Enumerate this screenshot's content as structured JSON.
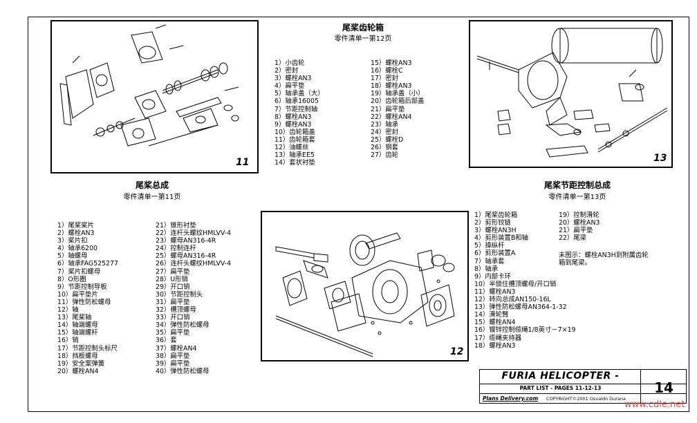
{
  "panel11": {
    "number": "11",
    "title": "尾桨总成",
    "subtitle": "零件清单一第11页",
    "col1": [
      "1）尾桨桨片",
      "2）螺栓AN3",
      "3）桨片扣",
      "4）轴承6200",
      "5）轴螺母",
      "6）轴承FAG525277",
      "7）桨片扣螺母",
      "8）O形圈",
      "9）节距控制导板",
      "10）扁平垫片",
      "11）弹性防松螺母",
      "12）轴",
      "13）尾桨轴",
      "14）轴端螺母",
      "15）轴端螺杆",
      "16）销",
      "17）节距控制头标尺",
      "18）挡板螺母",
      "19）安全案弹簧",
      "20）螺栓AN4"
    ],
    "col2": [
      "21）锥形衬垫",
      "22）连杆头螺纹HMLVV-4",
      "23）螺母AN316-4R",
      "24）控制连杆",
      "25）螺母AN316-4R",
      "26）连杆头螺纹HMLVV-4",
      "27）扁平垫",
      "28）U形销",
      "29）开口销",
      "30）节距控制头",
      "31）扁平垫",
      "32）槽顶螺母",
      "33）开口销",
      "34）弹性防松螺母",
      "35）扁平垫",
      "36）套",
      "37）螺栓AN4",
      "38）扁平垫",
      "39）扁平垫",
      "40）弹性防松螺母"
    ]
  },
  "panel12": {
    "number": "12",
    "title": "尾桨齿轮箱",
    "subtitle": "零件清单一第12页",
    "col1": [
      "1）小齿轮",
      "2）密封",
      "3）螺栓AN3",
      "4）扁平垫",
      "5）轴承盖（大）",
      "6）轴承16005",
      "7）节距控制轴",
      "8）螺栓AN3",
      "9）螺栓AN3",
      "10）齿轮箱盖",
      "11）齿轮箱套",
      "12）油螺丝",
      "13）轴承EE5",
      "14）套状衬垫"
    ],
    "col2": [
      "15）螺栓AN3",
      "16）螺栓C",
      "17）密封",
      "18）螺栓AN3",
      "19）轴承盖（小）",
      "20）齿轮箱后部盖",
      "21）扁平垫",
      "22）螺栓AN4",
      "23）轴承",
      "24）密封",
      "25）螺栓D",
      "26）钢套",
      "27）齿轮"
    ]
  },
  "panel13": {
    "number": "13",
    "title": "尾桨节距控制总成",
    "subtitle": "零件清单一第13页",
    "col1": [
      "1）尾桨齿轮箱",
      "2）剪形铰链",
      "3）螺栓AN3H",
      "4）剪形装置B和轴",
      "5）操纵杆",
      "6）剪形装置A",
      "7）轴承套",
      "8）轴承",
      "9）内部卡环",
      "10）半锁住槽顶螺母/开口销",
      "11）螺栓AN3",
      "12）转向总成AN150-16L",
      "13）弹性防松螺母AN364-1-32",
      "14）滑轮臂",
      "15）螺栓AN4",
      "16）镀锌控制缆绳1/8英寸－7×19",
      "17）缆绳夹持器",
      "18）螺栓AN3"
    ],
    "col2": [
      "19）控制滑轮",
      "20）螺栓AN3",
      "21）扁平垫",
      "22）尾梁"
    ],
    "note": [
      "未图示：螺栓AN3H到附属齿轮",
      "箱到尾梁。"
    ]
  },
  "titleblock": {
    "name": "FURIA HELICOPTER -",
    "part": "PART LIST - PAGES 11-12-13",
    "site": "Plans Delivery.com",
    "copyright": "COPYRIGHT©2001 Osvaldo Durana",
    "page": "14"
  },
  "watermark": "www.cdle.net"
}
